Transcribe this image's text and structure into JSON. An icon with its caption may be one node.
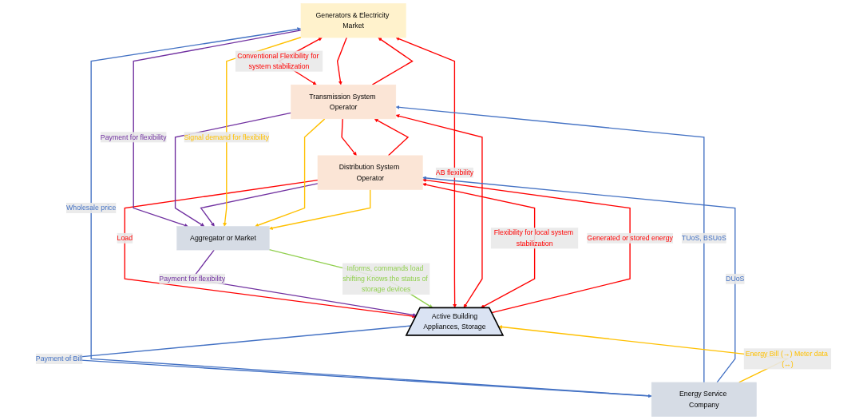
{
  "diagram": {
    "nodes": [
      {
        "text": [
          "Generators & Electricity Market"
        ]
      },
      {
        "text": [
          "Transmission System Operator"
        ]
      },
      {
        "text": [
          "Distribution System Operator"
        ]
      },
      {
        "text": [
          "Active Building",
          "Appliances, Storage"
        ]
      },
      {
        "text": [
          "Energy Service Company"
        ]
      },
      {
        "text": [
          "Aggregator or Market"
        ]
      }
    ],
    "edges": [
      {
        "from": 3,
        "to": 0,
        "arrow": "both",
        "label": "AB flexibility",
        "color": "#ff0000"
      },
      {
        "from": 3,
        "to": 1,
        "arrow": "both",
        "color": "#ff0000"
      },
      {
        "from": 3,
        "to": 2,
        "arrow": "both",
        "label": "Flexibility for local system stabilization",
        "color": "#ff0000"
      },
      {
        "from": 0,
        "to": 1,
        "arrow": "both",
        "label": "Conventional Flexibility for system stabilization",
        "color": "#ff0000"
      },
      {
        "from": 1,
        "to": 0,
        "arrow": "to",
        "color": "#ff0000"
      },
      {
        "from": 0,
        "to": 1,
        "arrow": "to",
        "color": "#ff0000"
      },
      {
        "from": 2,
        "to": 1,
        "arrow": "to",
        "color": "#ff0000"
      },
      {
        "from": 1,
        "to": 2,
        "arrow": "to",
        "color": "#ff0000"
      },
      {
        "from": 3,
        "to": 2,
        "arrow": "to",
        "label": "Generated or stored energy",
        "color": "#ff0000"
      },
      {
        "from": 2,
        "to": 3,
        "arrow": "to",
        "label": "Load",
        "color": "#ff0000"
      },
      {
        "from": 4,
        "to": 0,
        "arrow": "to",
        "label": "Wholesale price",
        "color": "#4472c4"
      },
      {
        "from": 4,
        "to": 1,
        "arrow": "to",
        "label": "TUoS, BSUoS",
        "color": "#4472c4"
      },
      {
        "from": 4,
        "to": 2,
        "arrow": "to",
        "label": "DUoS",
        "color": "#4472c4"
      },
      {
        "from": 3,
        "to": 4,
        "arrow": "to",
        "label": "Payment of Bill",
        "color": "#4472c4"
      },
      {
        "from": 4,
        "to": 3,
        "arrow": "to",
        "label": "Energy Bill (→) Meter data (↔)",
        "color": "#ffc000"
      },
      {
        "from": 0,
        "to": 5,
        "arrow": "to",
        "label": "Payment for flexibility",
        "color": "#7030a0"
      },
      {
        "from": 1,
        "to": 5,
        "arrow": "to",
        "color": "#7030a0"
      },
      {
        "from": 2,
        "to": 5,
        "arrow": "to",
        "color": "#7030a0"
      },
      {
        "from": 5,
        "to": 3,
        "arrow": "to",
        "label": "Payment for flexibility",
        "color": "#7030a0"
      },
      {
        "from": 0,
        "to": 5,
        "arrow": "to",
        "label": "Signal demand for flexibility",
        "color": "#ffc000"
      },
      {
        "from": 1,
        "to": 5,
        "arrow": "to",
        "color": "#ffc000"
      },
      {
        "from": 2,
        "to": 5,
        "arrow": "to",
        "color": "#ffc000"
      },
      {
        "from": 5,
        "to": 3,
        "arrow": "to",
        "label": "Informs, commands load shifting Knows the status of storage devices",
        "color": "#92d050"
      }
    ]
  }
}
